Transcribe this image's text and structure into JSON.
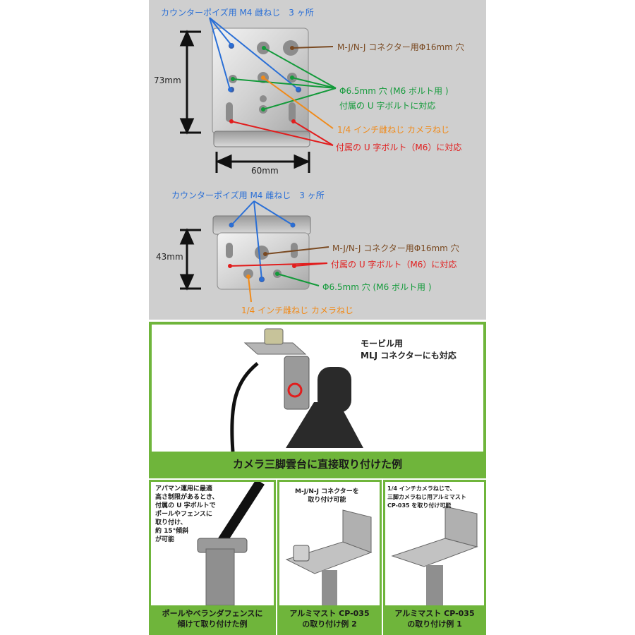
{
  "top_diagram": {
    "label_counterpoise": "カウンターポイズ用 M4 雌ねじ　3 ヶ所",
    "label_connector": "M-J/N-J コネクター用Φ16mm 穴",
    "label_hole_line1": "Φ6.5mm 穴 (M6 ボルト用 )",
    "label_hole_line2": "付属の U 字ボルトに対応",
    "label_camera": "1/4 インチ雌ねじ カメラねじ",
    "label_ubolt": "付属の U 字ボルト（M6）に対応",
    "dim_height": "73mm",
    "dim_width": "60mm"
  },
  "bottom_diagram": {
    "label_counterpoise": "カウンターポイズ用 M4 雌ねじ　3 ヶ所",
    "label_connector": "M-J/N-J コネクター用Φ16mm 穴",
    "label_ubolt": "付属の U 字ボルト（M6）に対応",
    "label_hole": "Φ6.5mm 穴 (M6 ボルト用 )",
    "label_camera": "1/4 インチ雌ねじ カメラねじ",
    "dim_height": "43mm"
  },
  "tripod_panel": {
    "note": "モービル用\nMLJ コネクターにも対応",
    "caption": "カメラ三脚雲台に直接取り付けた例"
  },
  "panels": [
    {
      "note": "アパマン運用に最適\n高さ制限があるとき、\n付属の U 字ボルトで\nポールやフェンスに\n取り付け、\n約 15°傾斜\nが可能",
      "caption": "ポールやベランダフェンスに\n傾けて取り付けた例"
    },
    {
      "note": "M-J/N-J コネクターを\n取り付け可能",
      "caption": "アルミマスト CP-035\nの取り付け例 2"
    },
    {
      "note": "1/4 インチカメラねじで、\n三脚カメラねじ用アルミマスト\nCP-035 を取り付け可能",
      "caption": "アルミマスト CP-035\nの取り付け例 1"
    }
  ],
  "colors": {
    "background": "#cfcfcf",
    "green_frame": "#6fb53b",
    "blue": "#2a6fd6",
    "brown": "#7a4a22",
    "green": "#139a3a",
    "orange": "#f08a19",
    "red": "#e11d1d"
  }
}
